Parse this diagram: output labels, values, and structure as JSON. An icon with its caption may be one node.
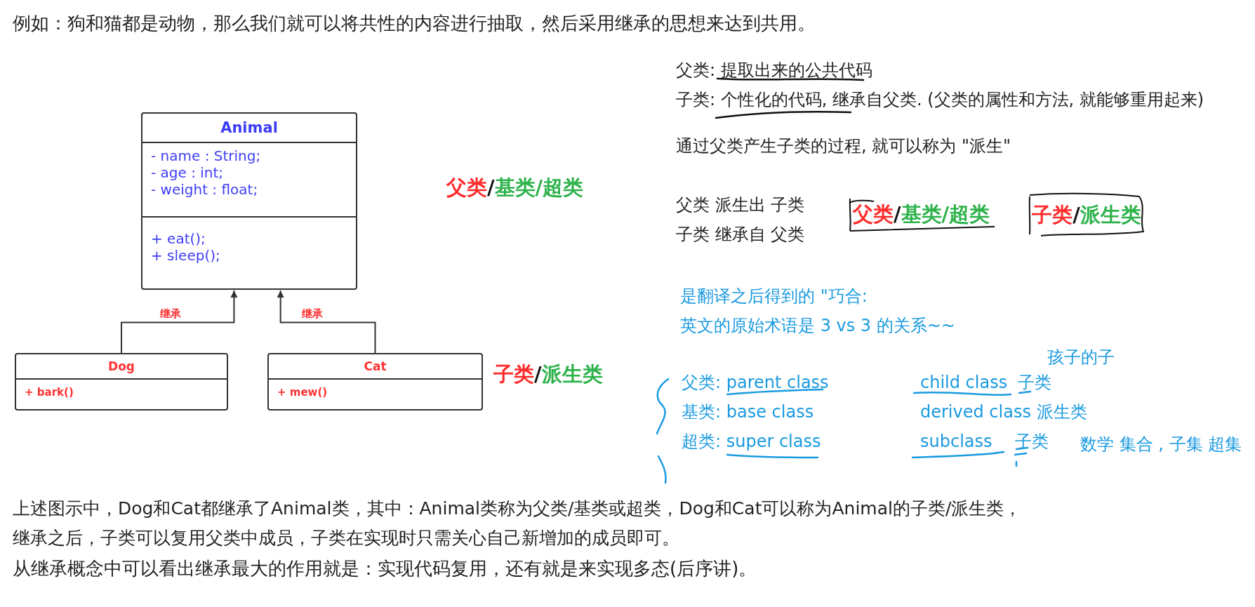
{
  "diagram": {
    "nodes": [
      {
        "text": [
          "Animal",
          "- name : String;",
          "- age : int;",
          "- weight : float;",
          "+ eat();",
          "+ sleep();"
        ]
      },
      {
        "text": [
          "Dog",
          "+ bark()"
        ]
      },
      {
        "text": [
          "Cat",
          "+ mew()"
        ]
      },
      {
        "text": [
          "父类/基类/超类"
        ]
      },
      {
        "text": [
          "子类/派生类"
        ]
      }
    ],
    "edges": [
      {
        "from": 1,
        "to": 0,
        "arrow": "to",
        "label": "继承"
      },
      {
        "from": 2,
        "to": 0,
        "arrow": "to",
        "label": "继承"
      }
    ],
    "labels": [
      "例如：狗和猫都是动物，那么我们就可以将共性的内容进行抽取，然后采用继承的思想来达到共用。",
      "父类: 提取出来的公共代码",
      "子类: 个性化的代码, 继承自父类. (父类的属性和方法, 就能够重用起来)",
      "父类/基类/超类",
      "通过父类产生子类的过程, 就可以称为 \"派生\"",
      "父类 派生出 子类",
      "子类 继承自 父类",
      "是翻译之后得到的 \"巧合:",
      "英文的原始术语是 3 vs 3 的关系~~",
      "子类/派生类",
      "孩子的子",
      "父类: parent class",
      "child class",
      "子类",
      "基类: base class",
      "derived class 派生类",
      "超类: super class",
      "subclass",
      "子类",
      "数学 集合 , 子集 超集",
      "上述图示中，Dog和Cat都继承了Animal类，其中：Animal类称为父类/基类或超类，Dog和Cat可以称为Animal的子类/派生类，继承之后，子类可以复用父类中成员，子类在实现时只需关心自己新增加的成员即可。",
      "从继承概念中可以看出继承最大的作用就是：实现代码复用，还有就是来实现多态(后序讲)。"
    ]
  }
}
